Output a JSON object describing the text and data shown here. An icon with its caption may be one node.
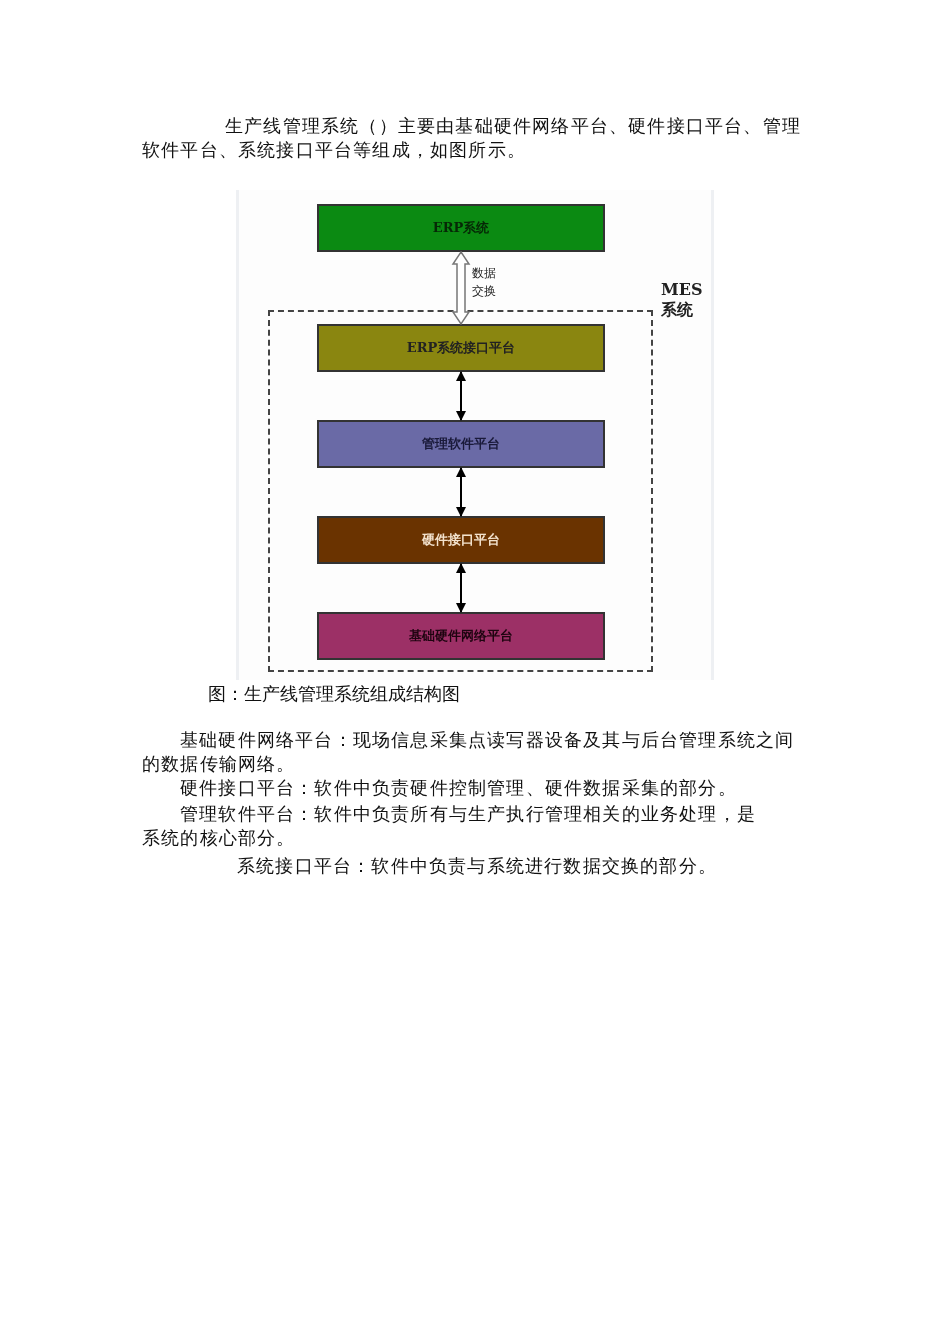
{
  "diagram": {
    "caption": "图：生产线管理系统组成结构图",
    "nodes": [
      {
        "text": [
          "ERP系统"
        ]
      },
      {
        "text": [
          "MES 系统"
        ]
      },
      {
        "text": [
          "ERP系统接口平台"
        ],
        "in": 1
      },
      {
        "text": [
          "管理软件平台"
        ],
        "in": 1
      },
      {
        "text": [
          "硬件接口平台"
        ],
        "in": 1
      },
      {
        "text": [
          "基础硬件网络平台"
        ],
        "in": 1
      }
    ],
    "edges": [
      {
        "from": 0,
        "to": 2,
        "arrow": "both",
        "label": "数据交换",
        "style": "thick"
      },
      {
        "from": 2,
        "to": 3,
        "arrow": "both"
      },
      {
        "from": 3,
        "to": 4,
        "arrow": "both"
      },
      {
        "from": 4,
        "to": 5,
        "arrow": "both"
      }
    ],
    "labels": [
      "生产线管理系统（）主要由基础硬件网络平台、硬件接口平台、管理软件平台、系统接口平台等组成，如图所示。",
      "基础硬件网络平台：现场信息采集点读写器设备及其与后台管理系统之间的数据传输网络。",
      "硬件接口平台：软件中负责硬件控制管理、硬件数据采集的部分。",
      "管理软件平台：软件中负责所有与生产执行管理相关的业务处理，是系统的核心部分。",
      "系统接口平台：软件中负责与系统进行数据交换的部分。"
    ]
  }
}
